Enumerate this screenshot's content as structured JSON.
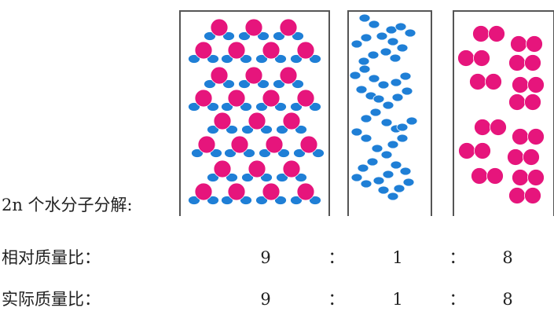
{
  "diagram": {
    "caption": "2n 个水分子分解:",
    "panels": [
      {
        "name": "water-molecules",
        "molecule": "H2O"
      },
      {
        "name": "hydrogen-molecules",
        "molecule": "H2"
      },
      {
        "name": "oxygen-molecules",
        "molecule": "O2"
      }
    ],
    "colors": {
      "oxygen_atom": "#e6157c",
      "hydrogen_atom": "#1f7fd6",
      "panel_border": "#555555"
    }
  },
  "rows": [
    {
      "label": "相对质量比：",
      "values": [
        "9",
        "1",
        "8"
      ],
      "separator": "："
    },
    {
      "label": "实际质量比：",
      "values": [
        "9",
        "1",
        "8"
      ],
      "separator": "："
    }
  ]
}
